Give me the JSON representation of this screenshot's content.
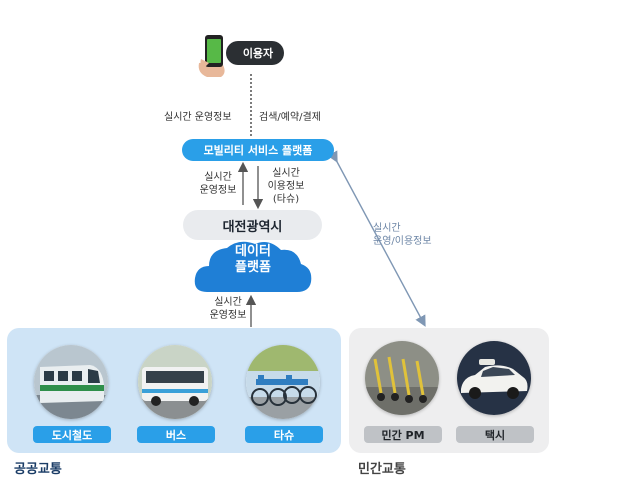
{
  "user": {
    "label": "이용자"
  },
  "top_arrows": {
    "left_label": "실시간 운영정보",
    "right_label": "검색/예약/결제"
  },
  "mobility": {
    "label": "모빌리티 서비스 플랫폼"
  },
  "mid_arrows": {
    "left_label_line1": "실시간",
    "left_label_line2": "운영정보",
    "right_label_line1": "실시간",
    "right_label_line2": "이용정보",
    "right_label_line3": "(타슈)"
  },
  "daejeon": {
    "label": "대전광역시"
  },
  "data_platform": {
    "line1": "데이터",
    "line2": "플랫폼"
  },
  "bottom_arrow": {
    "label_line1": "실시간",
    "label_line2": "운영정보"
  },
  "diagonal": {
    "label_line1": "실시간",
    "label_line2": "운영/이용정보"
  },
  "public_transport": {
    "title": "공공교통",
    "items": [
      {
        "label": "도시철도",
        "icon": "subway-train-icon"
      },
      {
        "label": "버스",
        "icon": "bus-icon"
      },
      {
        "label": "타슈",
        "icon": "bike-share-icon"
      }
    ]
  },
  "private_transport": {
    "title": "민간교통",
    "items": [
      {
        "label": "민간 PM",
        "icon": "e-scooter-icon"
      },
      {
        "label": "택시",
        "icon": "taxi-icon"
      }
    ]
  },
  "colors": {
    "accent_blue": "#2a9fe8",
    "dark": "#2b2f33",
    "public_panel": "#cfe4f6",
    "private_panel": "#eeeeef"
  }
}
